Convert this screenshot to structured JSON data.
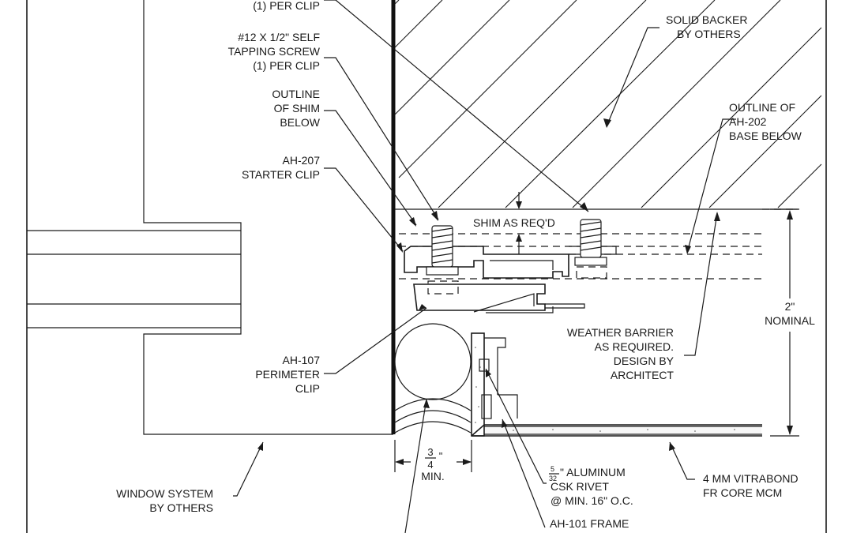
{
  "labels": {
    "per_clip_top": "(1) PER CLIP",
    "screw_1": "#12 X 1/2\" SELF",
    "screw_2": "TAPPING SCREW",
    "screw_3": "(1) PER CLIP",
    "shim_1": "OUTLINE",
    "shim_2": "OF SHIM",
    "shim_3": "BELOW",
    "starter_1": "AH-207",
    "starter_2": "STARTER CLIP",
    "perim_1": "AH-107",
    "perim_2": "PERIMETER",
    "perim_3": "CLIP",
    "window_1": "WINDOW SYSTEM",
    "window_2": "BY OTHERS",
    "backer_1": "SOLID BACKER",
    "backer_2": "BY OTHERS",
    "outline_1": "OUTLINE OF",
    "outline_2": "AH-202",
    "outline_3": "BASE BELOW",
    "shim_req": "SHIM AS REQ'D",
    "weather_1": "WEATHER BARRIER",
    "weather_2": "AS REQUIRED.",
    "weather_3": "DESIGN BY",
    "weather_4": "ARCHITECT",
    "nominal_1": "2\"",
    "nominal_2": "NOMINAL",
    "min_num": "3",
    "min_den": "4",
    "min_unit": "\"",
    "min_label": "MIN.",
    "rivet_num": "5",
    "rivet_den": "32",
    "rivet_1": "\" ALUMINUM",
    "rivet_2": "CSK RIVET",
    "rivet_3": "@ MIN. 16\" O.C.",
    "vitrabond_1": "4 MM VITRABOND",
    "vitrabond_2": "FR CORE MCM",
    "frame_1": "AH-101 FRAME"
  }
}
